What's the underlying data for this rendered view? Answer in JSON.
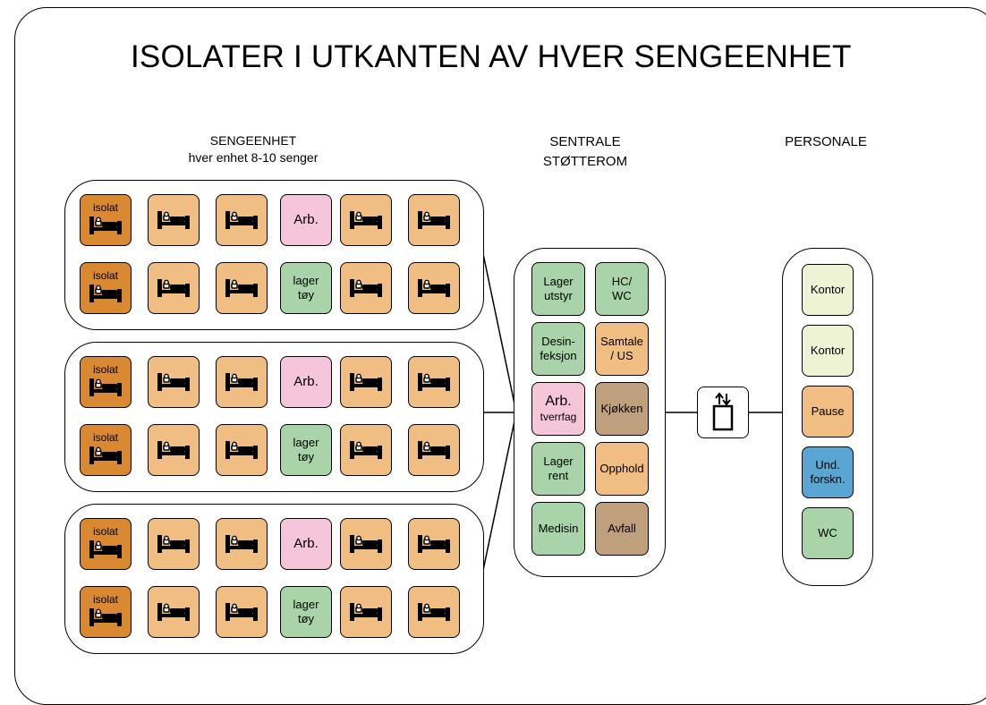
{
  "title": "ISOLATER I UTKANTEN AV HVER SENGEENHET",
  "headers": {
    "sengeenhet_line1": "SENGEENHET",
    "sengeenhet_line2": "hver enhet 8-10 senger",
    "sentrale_line1": "SENTRALE",
    "sentrale_line2": "STØTTEROM",
    "personale": "PERSONALE"
  },
  "bed_unit": {
    "isolat_label": "isolat",
    "arb_label": "Arb.",
    "lager_line1": "lager",
    "lager_line2": "tøy"
  },
  "support_rooms": [
    {
      "line1": "Lager",
      "line2": "utstyr",
      "color": "#a9d4a9"
    },
    {
      "line1": "HC/",
      "line2": "WC",
      "color": "#a9d4a9"
    },
    {
      "line1": "Desin-",
      "line2": "feksjon",
      "color": "#a9d4a9"
    },
    {
      "line1": "Samtale",
      "line2": "/ US",
      "color": "#f0bd82"
    },
    {
      "line1": "Arb.",
      "line2": "tverrfag",
      "color": "#f5c5d9"
    },
    {
      "line1": "Kjøkken",
      "line2": "",
      "color": "#bfa07d"
    },
    {
      "line1": "Lager",
      "line2": "rent",
      "color": "#a9d4a9"
    },
    {
      "line1": "Opphold",
      "line2": "",
      "color": "#f0bd82"
    },
    {
      "line1": "Medisin",
      "line2": "",
      "color": "#a9d4a9"
    },
    {
      "line1": "Avfall",
      "line2": "",
      "color": "#bfa07d"
    }
  ],
  "staff_rooms": [
    {
      "line1": "Kontor",
      "line2": "",
      "color": "#eef3d4"
    },
    {
      "line1": "Kontor",
      "line2": "",
      "color": "#eef3d4"
    },
    {
      "line1": "Pause",
      "line2": "",
      "color": "#f0bd82"
    },
    {
      "line1": "Und.",
      "line2": "forskn.",
      "color": "#5ba5d2"
    },
    {
      "line1": "WC",
      "line2": "",
      "color": "#a9d4a9"
    }
  ],
  "colors": {
    "isolat": "#d98931",
    "bed": "#f0bd82",
    "arb": "#f5c5d9",
    "lager": "#a9d4a9"
  },
  "icons": [
    "bed-icon",
    "elevator-icon"
  ]
}
